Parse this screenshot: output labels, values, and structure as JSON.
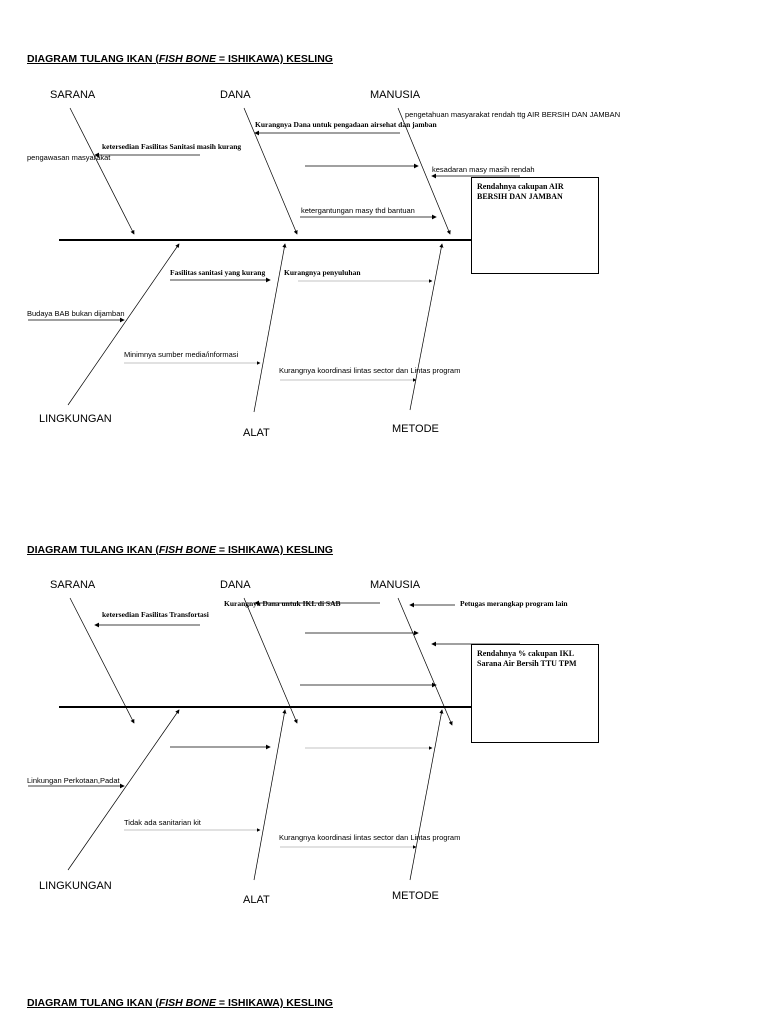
{
  "diagrams": [
    {
      "title": {
        "prefix": "DIAGRAM  TULANG IKAN (",
        "italic": "FISH BONE",
        "suffix": " = ISHIKAWA) KESLING"
      },
      "categories": {
        "sarana": "SARANA",
        "dana": "DANA",
        "manusia": "MANUSIA",
        "lingkungan": "LINGKUNGAN",
        "alat": "ALAT",
        "metode": "METODE"
      },
      "effect": "Rendahnya cakupan AIR BERSIH DAN JAMBAN",
      "causes": {
        "manusia_1": "pengetahuan masyarakat  rendah ttg AIR BERSIH DAN JAMBAN",
        "dana_1": "Kurangnya  Dana untuk pengadaan airsehat dan jamban",
        "sarana_1": "ketersedian Fasilitas Sanitasi masih  kurang",
        "sarana_2": "pengawasan masyarakat",
        "manusia_2": "kesadaran masy  masih rendah",
        "manusia_3": "ketergantungan masy thd bantuan",
        "alat_1": "Fasilitas sanitasi yang kurang",
        "metode_1": "Kurangnya penyuluhan",
        "lingkungan_1": "Budaya BAB bukan dijamban",
        "alat_2": "Minimnya sumber  media/informasi",
        "metode_2": "Kurangnya koordinasi lintas sector dan Lintas program"
      }
    },
    {
      "title": {
        "prefix": "DIAGRAM  TULANG IKAN (",
        "italic": "FISH BONE",
        "suffix": " = ISHIKAWA) KESLING"
      },
      "categories": {
        "sarana": "SARANA",
        "dana": "DANA",
        "manusia": "MANUSIA",
        "lingkungan": "LINGKUNGAN",
        "alat": "ALAT",
        "metode": "METODE"
      },
      "effect": "Rendahnya % cakupan IKL Sarana Air Bersih TTU TPM",
      "causes": {
        "dana_1": "Kurangnya  Dana untuk IKL di SAB",
        "manusia_1": "Petugas merangkap program lain",
        "sarana_1": "ketersedian Fasilitas Transfortasi",
        "lingkungan_1": "Linkungan Perkotaan,Padat",
        "alat_1": "Tidak ada sanitarian kit",
        "metode_1": "Kurangnya koordinasi lintas sector dan Lintas program"
      }
    }
  ],
  "footer_title": {
    "prefix": "DIAGRAM  TULANG IKAN (",
    "italic": "FISH BONE",
    "suffix": " = ISHIKAWA) KESLING"
  }
}
